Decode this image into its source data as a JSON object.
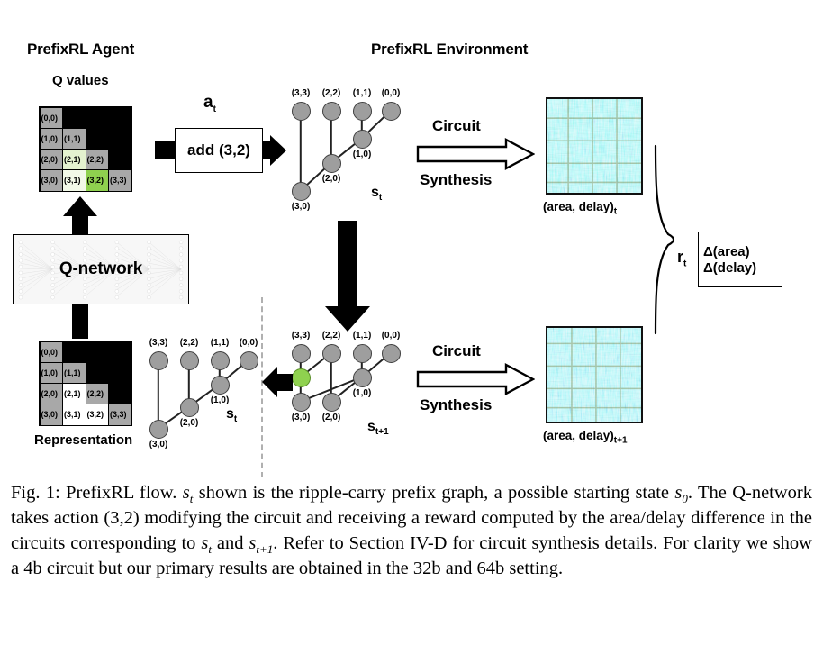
{
  "figure": {
    "agent_title": "PrefixRL Agent",
    "environment_title": "PrefixRL Environment",
    "q_values_title": "Q values",
    "q_network_label": "Q-network",
    "representation_label": "Representation",
    "action_label": "a",
    "action_label_sub": "t",
    "action_box_text": "add (3,2)",
    "reward_label": "r",
    "reward_label_sub": "t",
    "reward_box_lines": [
      "Δ(area)",
      "Δ(delay)"
    ],
    "circuit_word_top": "Circuit",
    "circuit_word_bottom": "Synthesis",
    "state_t": "s",
    "state_t_sub": "t",
    "state_t1": "s",
    "state_t1_sub": "t+1",
    "area_delay_t": "(area, delay)",
    "area_delay_t_sub": "t",
    "area_delay_t1": "(area, delay)",
    "area_delay_t1_sub": "t+1",
    "colors": {
      "node_gray": "#9e9e9e",
      "node_green": "#8fd14f",
      "cell_gray": "#a8a8a8",
      "cell_light_green": "#e4f2cf",
      "cell_green": "#8fd14f",
      "cell_black": "#000000",
      "cell_white": "#ffffff",
      "chip_base": "#2fd5d5"
    }
  },
  "q_values_grid": {
    "rows": [
      [
        {
          "label": "(0,0)",
          "fill": "#a8a8a8"
        },
        {
          "label": "",
          "fill": "#000000"
        },
        {
          "label": "",
          "fill": "#000000"
        },
        {
          "label": "",
          "fill": "#000000"
        }
      ],
      [
        {
          "label": "(1,0)",
          "fill": "#a8a8a8"
        },
        {
          "label": "(1,1)",
          "fill": "#a8a8a8"
        },
        {
          "label": "",
          "fill": "#000000"
        },
        {
          "label": "",
          "fill": "#000000"
        }
      ],
      [
        {
          "label": "(2,0)",
          "fill": "#a8a8a8"
        },
        {
          "label": "(2,1)",
          "fill": "#e4f2cf"
        },
        {
          "label": "(2,2)",
          "fill": "#a8a8a8"
        },
        {
          "label": "",
          "fill": "#000000"
        }
      ],
      [
        {
          "label": "(3,0)",
          "fill": "#a8a8a8"
        },
        {
          "label": "(3,1)",
          "fill": "#f2f9e8"
        },
        {
          "label": "(3,2)",
          "fill": "#8fd14f"
        },
        {
          "label": "(3,3)",
          "fill": "#a8a8a8"
        }
      ]
    ]
  },
  "representation_grid": {
    "rows": [
      [
        {
          "label": "(0,0)",
          "fill": "#a8a8a8"
        },
        {
          "label": "",
          "fill": "#000000"
        },
        {
          "label": "",
          "fill": "#000000"
        },
        {
          "label": "",
          "fill": "#000000"
        }
      ],
      [
        {
          "label": "(1,0)",
          "fill": "#a8a8a8"
        },
        {
          "label": "(1,1)",
          "fill": "#a8a8a8"
        },
        {
          "label": "",
          "fill": "#000000"
        },
        {
          "label": "",
          "fill": "#000000"
        }
      ],
      [
        {
          "label": "(2,0)",
          "fill": "#a8a8a8"
        },
        {
          "label": "(2,1)",
          "fill": "#ffffff"
        },
        {
          "label": "(2,2)",
          "fill": "#a8a8a8"
        },
        {
          "label": "",
          "fill": "#000000"
        }
      ],
      [
        {
          "label": "(3,0)",
          "fill": "#a8a8a8"
        },
        {
          "label": "(3,1)",
          "fill": "#ffffff"
        },
        {
          "label": "(3,2)",
          "fill": "#ffffff"
        },
        {
          "label": "(3,3)",
          "fill": "#a8a8a8"
        }
      ]
    ]
  },
  "graph_st": {
    "name": "ripple-carry prefix graph",
    "nodes": [
      {
        "id": "3,3",
        "label": "(3,3)",
        "col": 0,
        "row": 0,
        "green": false
      },
      {
        "id": "2,2",
        "label": "(2,2)",
        "col": 1,
        "row": 0,
        "green": false
      },
      {
        "id": "1,1",
        "label": "(1,1)",
        "col": 2,
        "row": 0,
        "green": false
      },
      {
        "id": "0,0",
        "label": "(0,0)",
        "col": 3,
        "row": 0,
        "green": false
      },
      {
        "id": "1,0",
        "label": "(1,0)",
        "col": 2,
        "row": 1,
        "green": false
      },
      {
        "id": "2,0",
        "label": "(2,0)",
        "col": 1,
        "row": 2,
        "green": false
      },
      {
        "id": "3,0",
        "label": "(3,0)",
        "col": 0,
        "row": 3,
        "green": false
      }
    ],
    "edges": [
      [
        "3,3",
        "3,0"
      ],
      [
        "2,2",
        "2,0"
      ],
      [
        "1,1",
        "1,0"
      ],
      [
        "0,0",
        "1,0"
      ],
      [
        "1,0",
        "2,0"
      ],
      [
        "2,0",
        "3,0"
      ]
    ]
  },
  "graph_st1": {
    "name": "prefix graph after action (3,2)",
    "nodes": [
      {
        "id": "3,3",
        "label": "(3,3)",
        "col": 0,
        "row": 0,
        "green": false
      },
      {
        "id": "2,2",
        "label": "(2,2)",
        "col": 1,
        "row": 0,
        "green": false
      },
      {
        "id": "1,1",
        "label": "(1,1)",
        "col": 2,
        "row": 0,
        "green": false
      },
      {
        "id": "0,0",
        "label": "(0,0)",
        "col": 3,
        "row": 0,
        "green": false
      },
      {
        "id": "3,2",
        "label": "",
        "col": 0,
        "row": 1,
        "green": true
      },
      {
        "id": "1,0",
        "label": "(1,0)",
        "col": 2,
        "row": 1,
        "green": false
      },
      {
        "id": "3,0",
        "label": "(3,0)",
        "col": 0,
        "row": 2,
        "green": false
      },
      {
        "id": "2,0",
        "label": "(2,0)",
        "col": 1,
        "row": 2,
        "green": false
      }
    ],
    "edges": [
      [
        "3,3",
        "3,2"
      ],
      [
        "3,2",
        "3,0"
      ],
      [
        "2,2",
        "3,2"
      ],
      [
        "2,2",
        "2,0"
      ],
      [
        "1,1",
        "1,0"
      ],
      [
        "0,0",
        "1,0"
      ],
      [
        "1,0",
        "3,0"
      ],
      [
        "1,0",
        "2,0"
      ]
    ]
  },
  "caption": {
    "parts": [
      {
        "t": "Fig. 1: PrefixRL flow. ",
        "s": "n"
      },
      {
        "t": "s",
        "s": "i"
      },
      {
        "t": "t",
        "s": "sub"
      },
      {
        "t": " shown is the ripple-carry prefix graph, a possible starting state ",
        "s": "n"
      },
      {
        "t": "s",
        "s": "i"
      },
      {
        "t": "0",
        "s": "sub"
      },
      {
        "t": ". The Q-network takes action (3,2) modifying the circuit and receiving a reward computed by the area/delay difference in the circuits corresponding to ",
        "s": "n"
      },
      {
        "t": "s",
        "s": "i"
      },
      {
        "t": "t",
        "s": "sub"
      },
      {
        "t": " and ",
        "s": "n"
      },
      {
        "t": "s",
        "s": "i"
      },
      {
        "t": "t+1",
        "s": "sub"
      },
      {
        "t": ". Refer to Section IV-D for circuit synthesis details. For clarity we show a 4b circuit but our primary results are obtained in the 32b and 64b setting.",
        "s": "n"
      }
    ]
  }
}
